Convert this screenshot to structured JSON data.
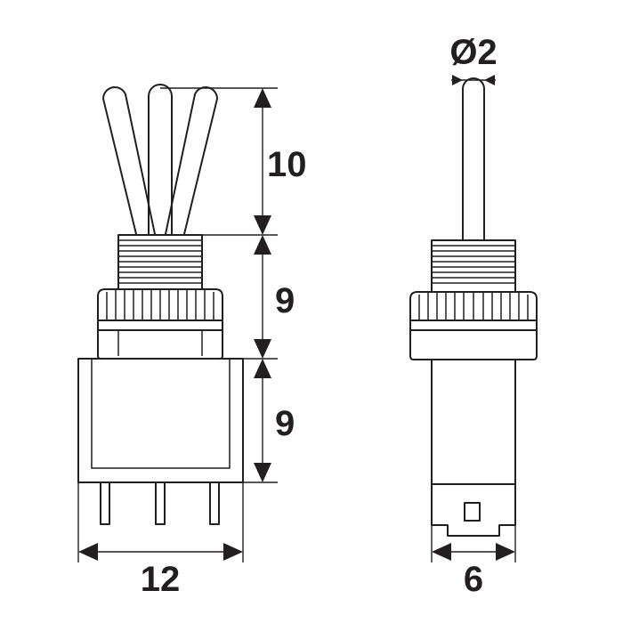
{
  "dimensions": {
    "lever_height": "10",
    "bushing_height": "9",
    "body_height": "9",
    "body_width": "12",
    "side_width": "6",
    "lever_diameter": "Ø2"
  },
  "colors": {
    "ink": "#231f20",
    "background": "#ffffff"
  }
}
